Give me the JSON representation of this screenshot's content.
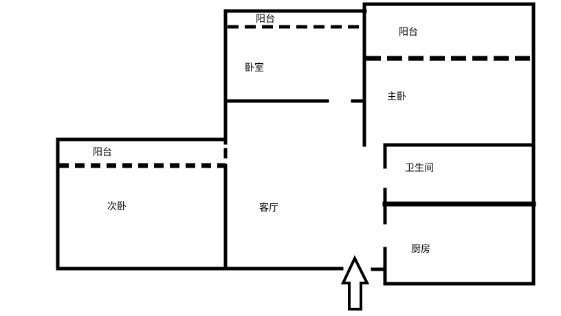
{
  "rooms": {
    "balcony_top": "阳台",
    "balcony_master": "阳台",
    "bedroom": "卧室",
    "master_bedroom": "主卧",
    "balcony_left": "阳台",
    "bathroom": "卫生间",
    "second_bedroom": "次卧",
    "living_room": "客厅",
    "kitchen": "厨房"
  },
  "colors": {
    "wall": "#000000",
    "background": "#ffffff"
  },
  "icons": {
    "entrance": "up-arrow-icon"
  }
}
